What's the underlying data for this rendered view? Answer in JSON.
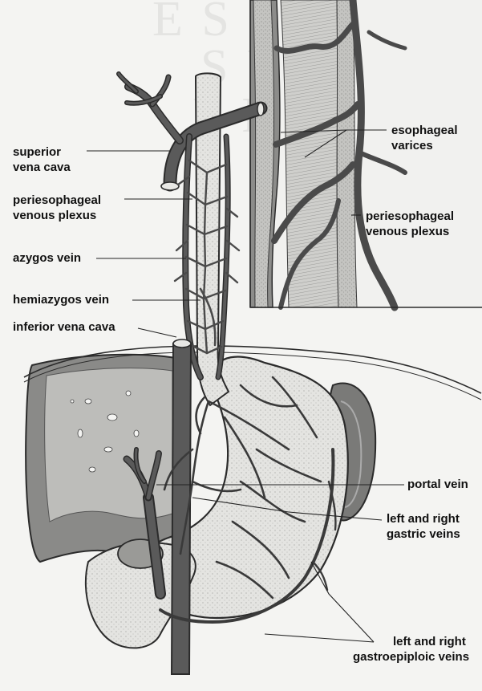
{
  "colors": {
    "background": "#f4f4f2",
    "vein": "#5a5a5a",
    "vein_outline": "#2b2b2b",
    "organ_fill": "#d9d9d6",
    "stomach_fill": "#e6e6e3",
    "liver_fill": "#8a8a88",
    "spleen_fill": "#7a7a78",
    "label_text": "#111111",
    "leader_line": "#222222",
    "inset_fill": "#8c8c8a",
    "inset_esophagus": "#c9c9c6"
  },
  "labels": {
    "superior_vena_cava": [
      "superior",
      "vena cava"
    ],
    "periesophageal_plexus_left": [
      "periesophageal",
      "venous plexus"
    ],
    "azygos_vein": [
      "azygos vein"
    ],
    "hemiazygos_vein": [
      "hemiazygos vein"
    ],
    "inferior_vena_cava": [
      "inferior vena cava"
    ],
    "esophageal_varices": [
      "esophageal",
      "varices"
    ],
    "periesophageal_plexus_right": [
      "periesophageal",
      "venous plexus"
    ],
    "portal_vein": [
      "portal vein"
    ],
    "gastric_veins": [
      "left and right",
      "gastric veins"
    ],
    "gastroepiploic_veins": [
      "left and right",
      "gastroepiploic veins"
    ]
  }
}
